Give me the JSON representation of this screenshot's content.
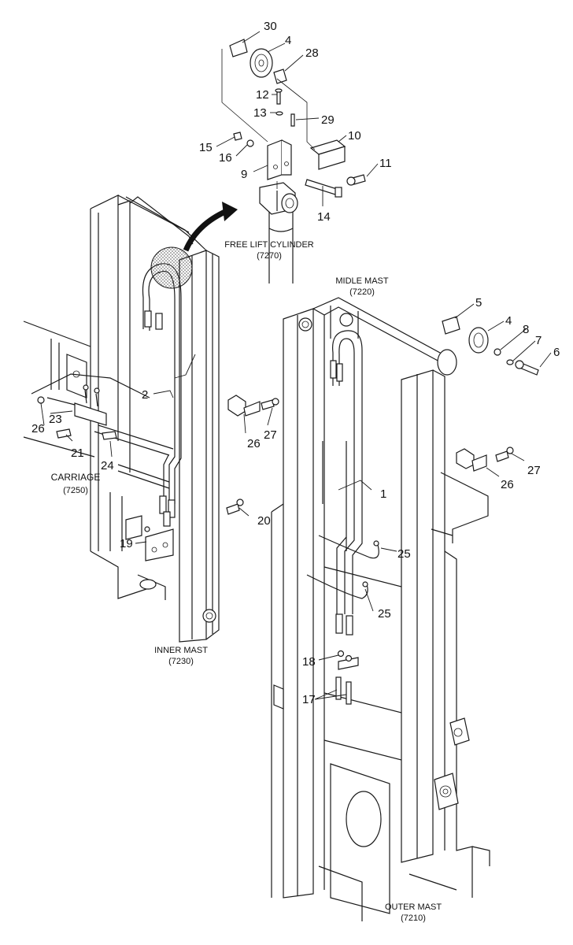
{
  "labels": {
    "free_lift_cylinder": "FREE LIFT CYLINDER",
    "free_lift_cylinder_code": "(7270)",
    "midle_mast": "MIDLE MAST",
    "midle_mast_code": "(7220)",
    "carriage": "CARRIAGE",
    "carriage_code": "(7250)",
    "inner_mast": "INNER MAST",
    "inner_mast_code": "(7230)",
    "outer_mast": "OUTER MAST",
    "outer_mast_code": "(7210)"
  },
  "callouts": {
    "c30": "30",
    "c4a": "4",
    "c28": "28",
    "c12": "12",
    "c13": "13",
    "c29": "29",
    "c10": "10",
    "c15": "15",
    "c16": "16",
    "c9": "9",
    "c11": "11",
    "c14": "14",
    "c5": "5",
    "c4b": "4",
    "c8": "8",
    "c7": "7",
    "c6": "6",
    "c2": "2",
    "c26a": "26",
    "c27a": "27",
    "c26b": "26",
    "c23": "23",
    "c21": "21",
    "c24": "24",
    "c26c": "26",
    "c27b": "27",
    "c1": "1",
    "c20": "20",
    "c19": "19",
    "c25a": "25",
    "c25b": "25",
    "c18": "18",
    "c17": "17"
  }
}
